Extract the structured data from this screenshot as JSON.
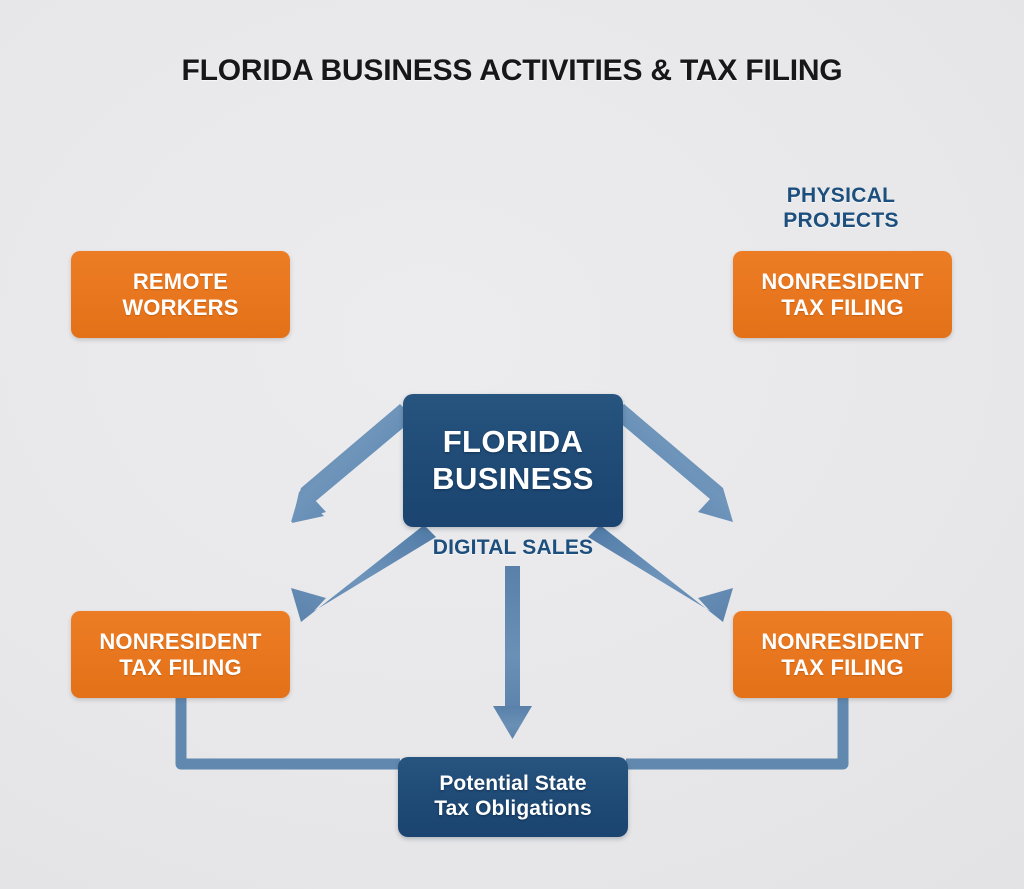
{
  "diagram": {
    "title": "FLORIDA BUSINESS ACTIVITIES & TAX FILING",
    "background_color": "#e8e8ea",
    "colors": {
      "orange": "#E8761E",
      "navy": "#1F4B76",
      "connector_blue": "#5B80A8",
      "label_blue": "#1D4F7E",
      "node_text": "#FFFFFF",
      "title_text": "#17171A"
    },
    "center_node": {
      "id": "florida-business",
      "label": "FLORIDA\nBUSINESS",
      "style": "navy"
    },
    "outcome_node": {
      "id": "potential-state-tax-obligations",
      "label": "Potential State\nTax Obligations",
      "style": "navy"
    },
    "activity_nodes": [
      {
        "id": "remote-workers",
        "label": "REMOTE\nWORKERS",
        "style": "orange",
        "position": "top-left"
      },
      {
        "id": "physical-projects-nonresident-tax-filing",
        "label": "NONRESIDENT\nTAX FILING",
        "style": "orange",
        "position": "top-right"
      },
      {
        "id": "digital-sales-nonresident-tax-filing",
        "label": "NONRESIDENT\nTAX FILING",
        "style": "orange",
        "position": "bottom-left"
      },
      {
        "id": "right-nonresident-tax-filing",
        "label": "NONRESIDENT\nTAX FILING",
        "style": "orange",
        "position": "bottom-right"
      }
    ],
    "edge_labels": [
      {
        "id": "physical-projects",
        "label": "PHYSICAL\nPROJECTS"
      },
      {
        "id": "digital-sales",
        "label": "DIGITAL SALES"
      }
    ],
    "connections": [
      {
        "from": "florida-business",
        "to": "remote-workers",
        "type": "arrow-diagonal-up-left"
      },
      {
        "from": "florida-business",
        "to": "physical-projects-nonresident-tax-filing",
        "type": "arrow-diagonal-up-right"
      },
      {
        "from": "florida-business",
        "to": "digital-sales-nonresident-tax-filing",
        "type": "arrow-diagonal-down-left"
      },
      {
        "from": "florida-business",
        "to": "right-nonresident-tax-filing",
        "type": "arrow-diagonal-down-right"
      },
      {
        "from": "florida-business",
        "to": "potential-state-tax-obligations",
        "type": "arrow-vertical-down"
      },
      {
        "from": "digital-sales-nonresident-tax-filing",
        "to": "potential-state-tax-obligations",
        "type": "elbow"
      },
      {
        "from": "right-nonresident-tax-filing",
        "to": "potential-state-tax-obligations",
        "type": "elbow"
      }
    ]
  }
}
